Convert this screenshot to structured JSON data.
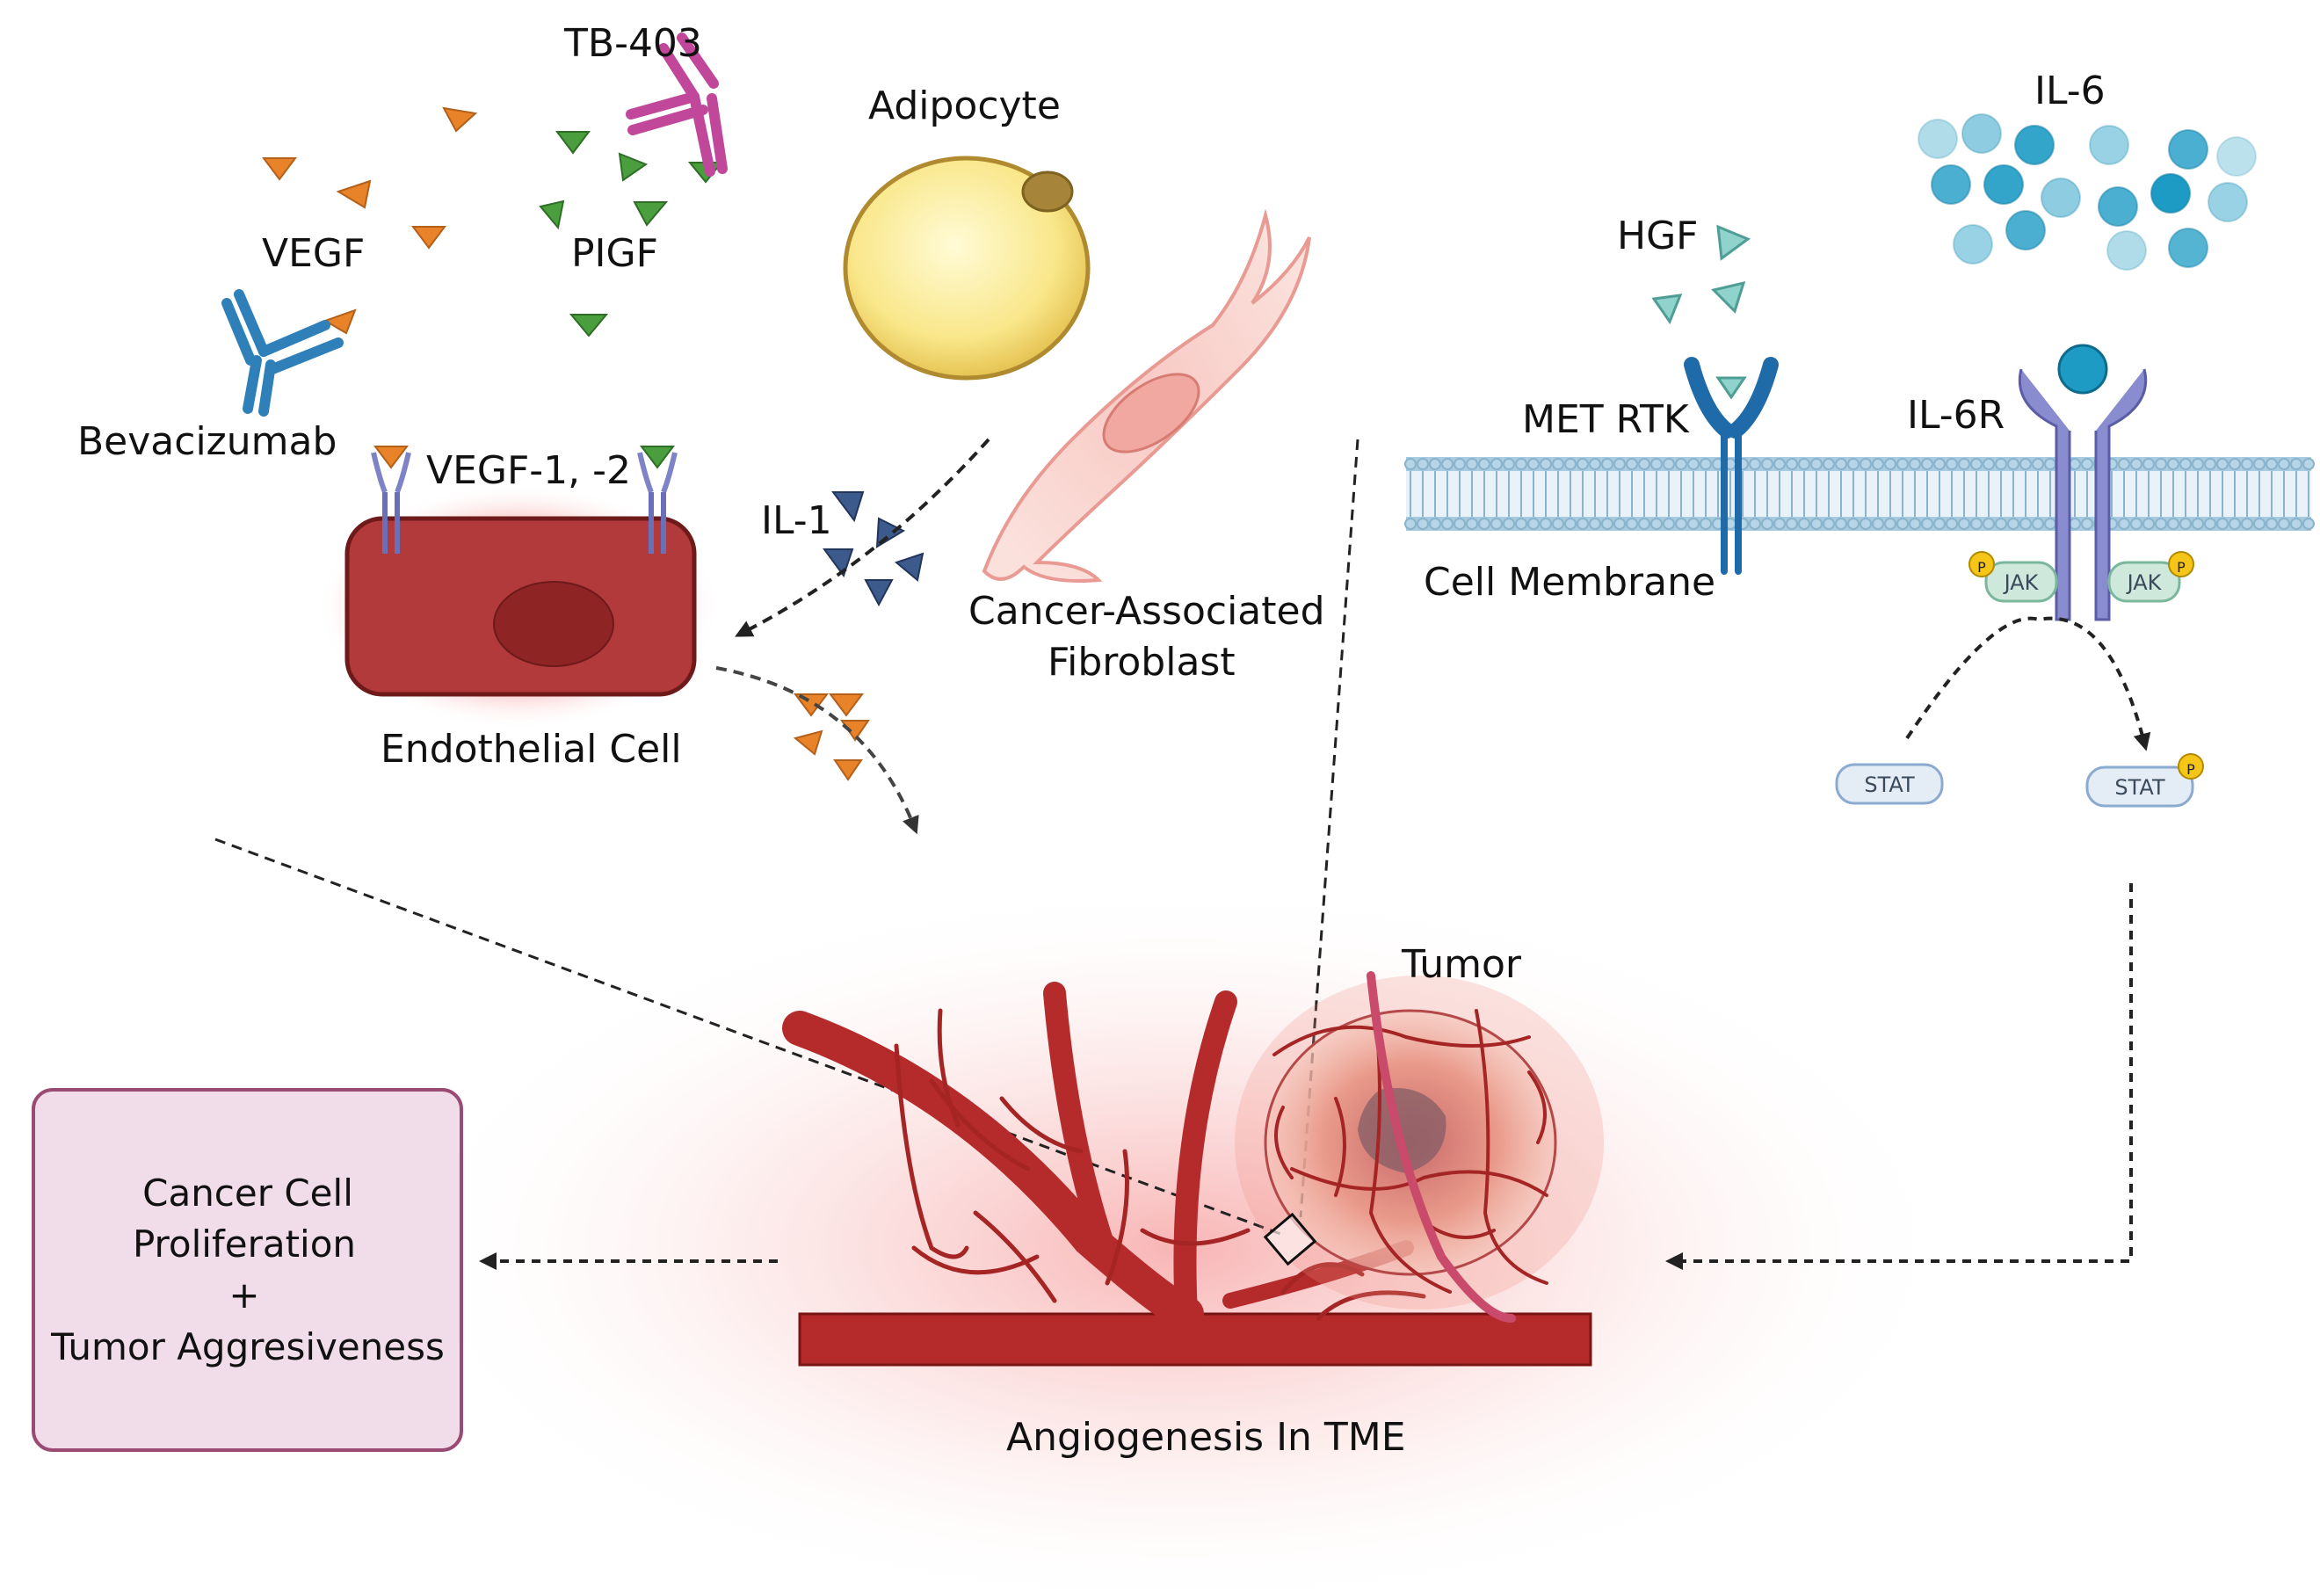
{
  "labels": {
    "tb403": "TB-403",
    "adipocyte": "Adipocyte",
    "il6": "IL-6",
    "vegf": "VEGF",
    "pigf": "PIGF",
    "hgf": "HGF",
    "bevacizumab": "Bevacizumab",
    "vegf_receptors": "VEGF-1, -2",
    "met_rtk": "MET RTK",
    "il6r": "IL-6R",
    "il1": "IL-1",
    "cell_membrane": "Cell Membrane",
    "caf_line1": "Cancer-Associated",
    "caf_line2": "Fibroblast",
    "endothelial_cell": "Endothelial Cell",
    "jak": "JAK",
    "stat": "STAT",
    "phospho": "P",
    "tumor": "Tumor",
    "angiogenesis": "Angiogenesis In TME"
  },
  "outcome_box": {
    "line1": "Cancer Cell",
    "line2": "Proliferation",
    "line3": "+",
    "line4": "Tumor Aggresiveness"
  },
  "colors": {
    "vegf_ligand": "#e8832a",
    "pigf_ligand": "#4a9e3e",
    "il1_ligand": "#3d5a8c",
    "hgf_ligand": "#8fd3cc",
    "antibody_bevacizumab": "#2f7fb8",
    "antibody_tb403": "#c0479a",
    "endothelial_cell": "#b23a3a",
    "vessel": "#b52a2a",
    "outcome_box_fill": "#f1dde9",
    "outcome_box_stroke": "#9a4b73",
    "membrane": "#9ec5dc",
    "il6r": "#7d7fc0",
    "il6_dot": "#1d9bc4"
  }
}
